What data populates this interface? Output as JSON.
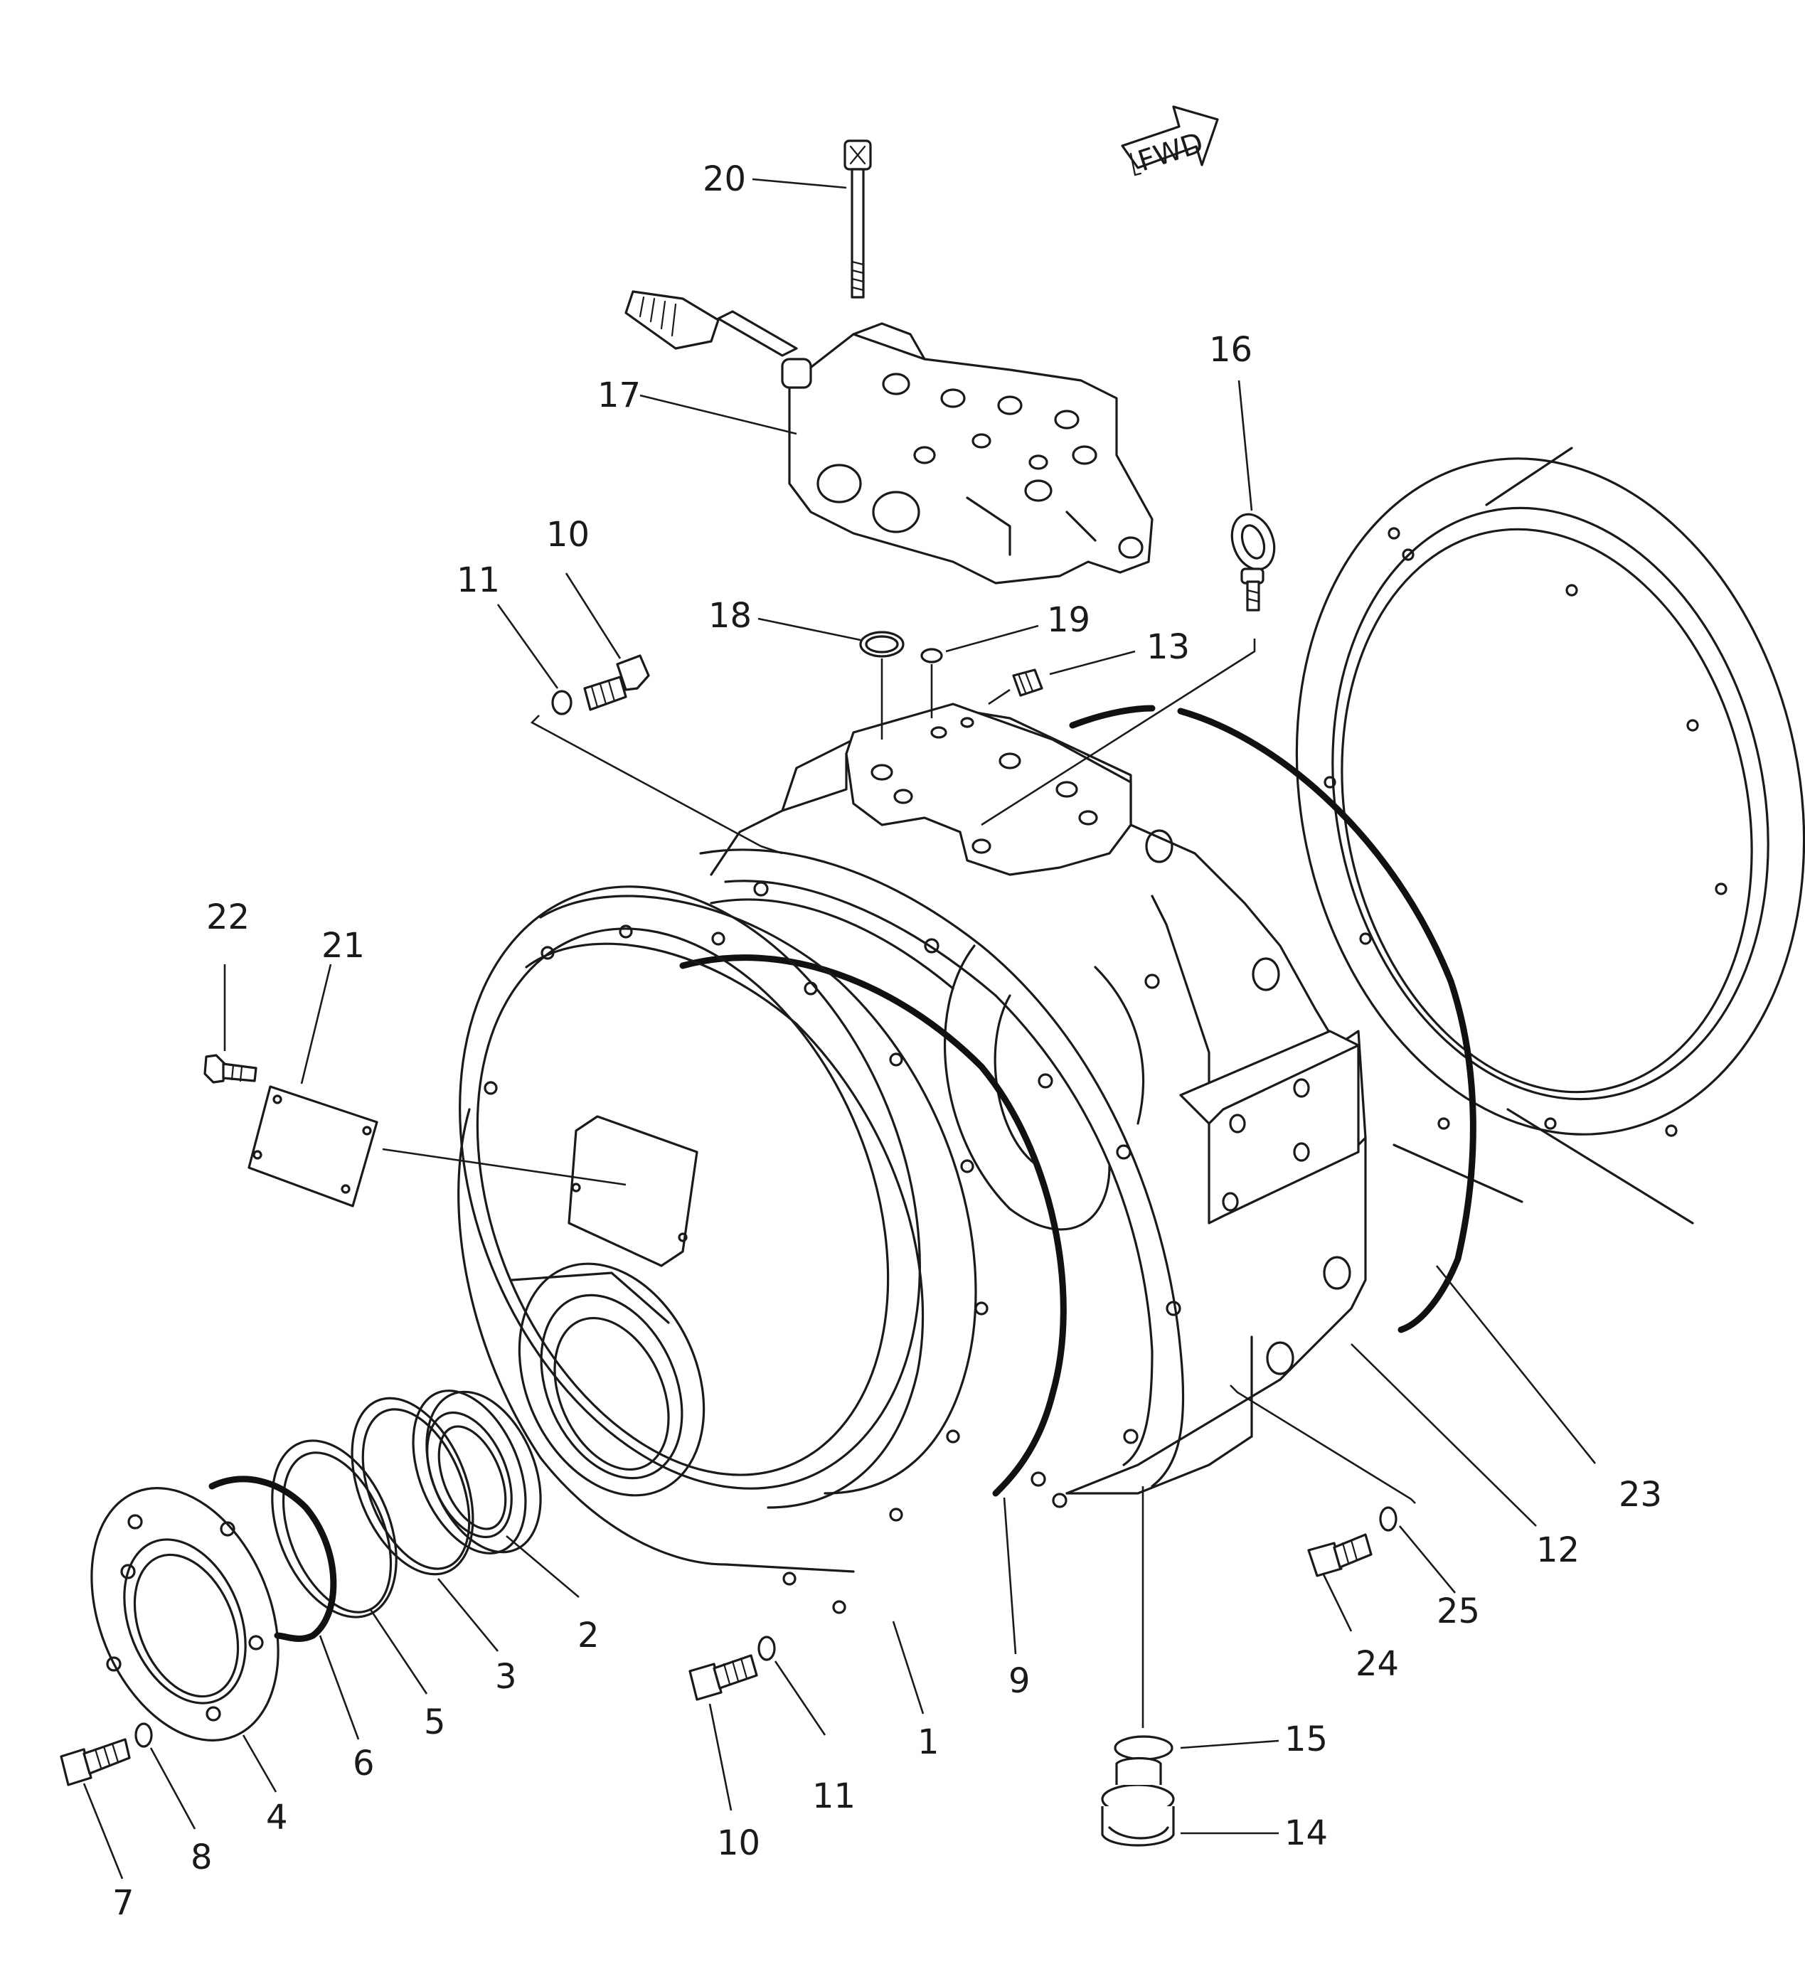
{
  "diagram": {
    "direction_arrow": {
      "label": "FWD"
    },
    "callouts": [
      {
        "id": "c1",
        "label": "1"
      },
      {
        "id": "c2",
        "label": "2"
      },
      {
        "id": "c3",
        "label": "3"
      },
      {
        "id": "c4",
        "label": "4"
      },
      {
        "id": "c5",
        "label": "5"
      },
      {
        "id": "c6",
        "label": "6"
      },
      {
        "id": "c7",
        "label": "7"
      },
      {
        "id": "c8",
        "label": "8"
      },
      {
        "id": "c9",
        "label": "9"
      },
      {
        "id": "c10a",
        "label": "10"
      },
      {
        "id": "c10b",
        "label": "10"
      },
      {
        "id": "c11a",
        "label": "11"
      },
      {
        "id": "c11b",
        "label": "11"
      },
      {
        "id": "c12",
        "label": "12"
      },
      {
        "id": "c13",
        "label": "13"
      },
      {
        "id": "c14",
        "label": "14"
      },
      {
        "id": "c15",
        "label": "15"
      },
      {
        "id": "c16",
        "label": "16"
      },
      {
        "id": "c17",
        "label": "17"
      },
      {
        "id": "c18",
        "label": "18"
      },
      {
        "id": "c19",
        "label": "19"
      },
      {
        "id": "c20",
        "label": "20"
      },
      {
        "id": "c21",
        "label": "21"
      },
      {
        "id": "c22",
        "label": "22"
      },
      {
        "id": "c23",
        "label": "23"
      },
      {
        "id": "c24",
        "label": "24"
      },
      {
        "id": "c25",
        "label": "25"
      }
    ]
  }
}
